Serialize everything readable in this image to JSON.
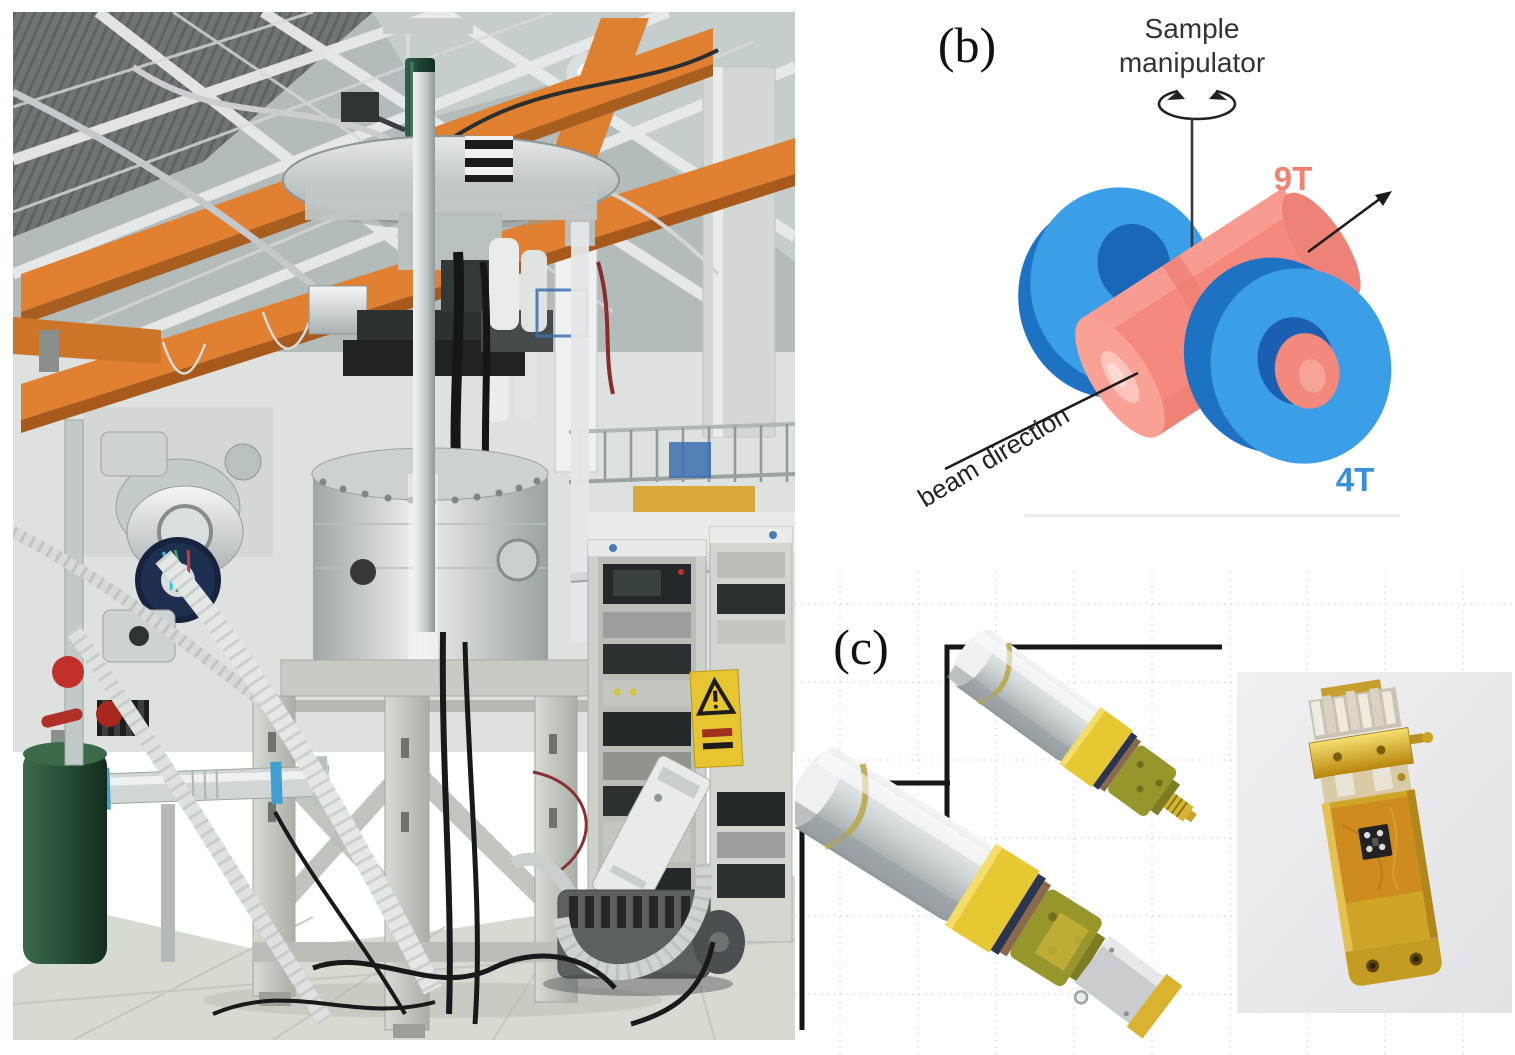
{
  "figure": {
    "panel_b": {
      "label": "(b)",
      "manipulator_line1": "Sample",
      "manipulator_line2": "manipulator",
      "coil_labels": {
        "solenoid_9t": "9T",
        "helmholtz_4t": "4T"
      },
      "beam_label": "beam direction",
      "icons": {
        "rotation": "circular-rotation-arrows",
        "beam_arrow": "diagonal-arrow"
      },
      "colors": {
        "coil_9t_body": "#f5897d",
        "coil_9t_face": "#f9a195",
        "coil_4t_body": "#3b9fe8",
        "coil_4t_side": "#1d72c4",
        "label_9t": "#f08272",
        "label_4t": "#3a8fd9"
      }
    },
    "panel_c": {
      "label": "(c)",
      "icons": {
        "magnify_brackets": "right-angle-connector-lines"
      },
      "colors": {
        "gold": "#d9b230",
        "collar_yellow": "#e6c832",
        "head_olive": "#97962c"
      }
    },
    "photo_colors": {
      "crane_orange": "#e08030",
      "roof_dark": "#6f7672",
      "frame_gray": "#c6ccc4",
      "floor": "#d6dbd2",
      "tank_green": "#2b5a3e",
      "warning_yellow": "#e6c531"
    }
  }
}
